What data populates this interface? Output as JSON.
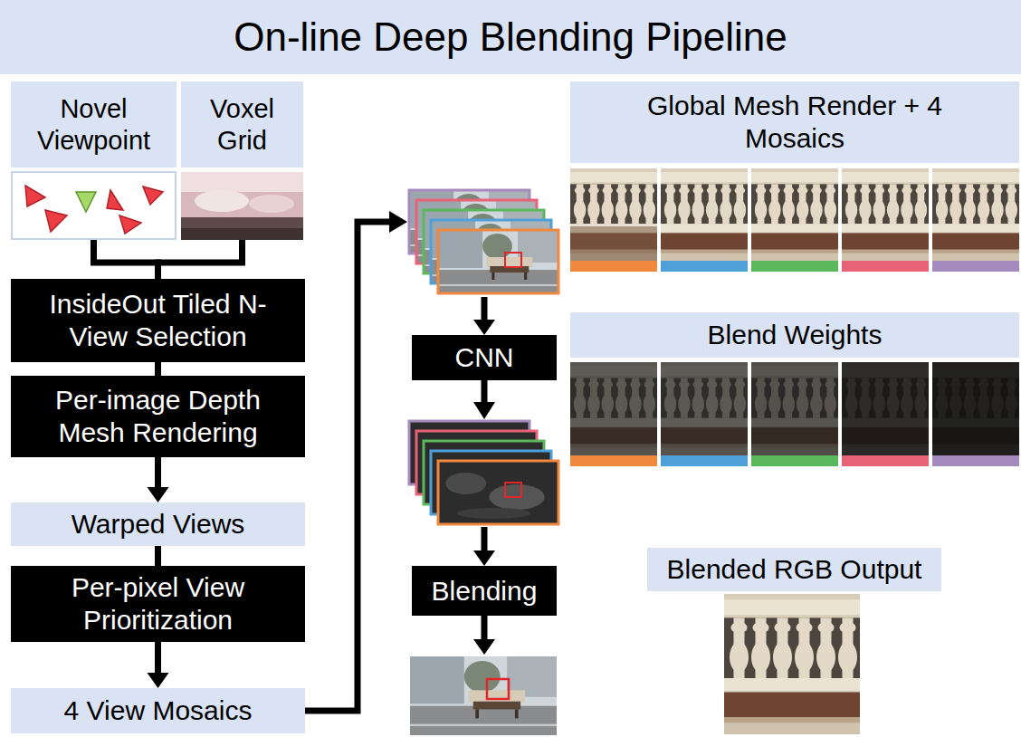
{
  "diagram": {
    "title": "On-line Deep Blending Pipeline",
    "nodes": [
      {
        "text": [
          "Novel Viewpoint"
        ]
      },
      {
        "text": [
          "Voxel Grid"
        ]
      },
      {
        "text": [
          "InsideOut Tiled N-View Selection"
        ]
      },
      {
        "text": [
          "Per-image Depth Mesh Rendering"
        ]
      },
      {
        "text": [
          "Warped Views"
        ]
      },
      {
        "text": [
          "Per-pixel View Prioritization"
        ]
      },
      {
        "text": [
          "4 View Mosaics"
        ]
      },
      {
        "text": [
          "CNN"
        ]
      },
      {
        "text": [
          "Blending"
        ]
      },
      {
        "text": [
          "Global Mesh Render + 4 Mosaics"
        ]
      },
      {
        "text": [
          "Blend Weights"
        ]
      },
      {
        "text": [
          "Blended RGB Output"
        ]
      }
    ],
    "edges": [
      {
        "from": 0,
        "to": 2,
        "arrow": "none"
      },
      {
        "from": 1,
        "to": 2,
        "arrow": "none"
      },
      {
        "from": 2,
        "to": 3,
        "arrow": "none"
      },
      {
        "from": 3,
        "to": 4,
        "arrow": "to"
      },
      {
        "from": 4,
        "to": 5,
        "arrow": "none"
      },
      {
        "from": 5,
        "to": 6,
        "arrow": "to"
      },
      {
        "from": 6,
        "to": 7,
        "arrow": "to"
      },
      {
        "from": 7,
        "to": 8,
        "arrow": "to"
      }
    ]
  }
}
